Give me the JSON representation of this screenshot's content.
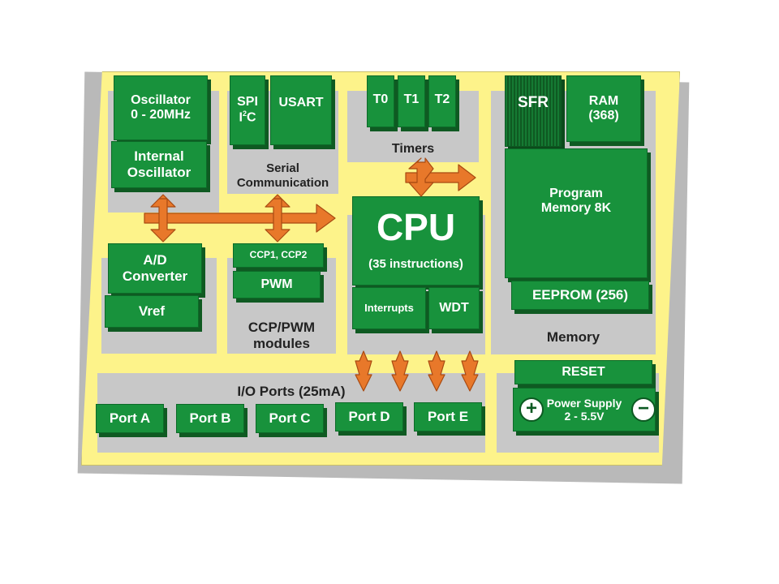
{
  "blocks": {
    "oscillator": "Oscillator",
    "oscillator_freq": "0 - 20MHz",
    "internal_osc_1": "Internal",
    "internal_osc_2": "Oscillator",
    "spi": "SPI",
    "i2c_prefix": "I",
    "i2c_sup": "2",
    "i2c_suffix": "C",
    "usart": "USART",
    "t0": "T0",
    "t1": "T1",
    "t2": "T2",
    "sfr": "SFR",
    "ram_1": "RAM",
    "ram_2": "(368)",
    "program_memory_1": "Program",
    "program_memory_2": "Memory 8K",
    "eeprom": "EEPROM (256)",
    "cpu": "CPU",
    "cpu_instructions": "(35 instructions)",
    "interrupts": "Interrupts",
    "wdt": "WDT",
    "ad_converter_1": "A/D",
    "ad_converter_2": "Converter",
    "vref": "Vref",
    "ccp": "CCP1, CCP2",
    "pwm": "PWM",
    "reset": "RESET",
    "power_supply_1": "Power Supply",
    "power_supply_2": "2 - 5.5V",
    "plus": "+",
    "minus": "−",
    "ports": [
      "Port A",
      "Port B",
      "Port C",
      "Port D",
      "Port E"
    ]
  },
  "groups": {
    "serial_1": "Serial",
    "serial_2": "Communication",
    "timers": "Timers",
    "ccp_pwm_1": "CCP/PWM",
    "ccp_pwm_2": "modules",
    "io_ports": "I/O Ports (25mA)",
    "memory": "Memory"
  },
  "colors": {
    "board": "#fdf38a",
    "block": "#18923c",
    "panel": "#c8c8c8",
    "arrow": "#e8782a"
  }
}
